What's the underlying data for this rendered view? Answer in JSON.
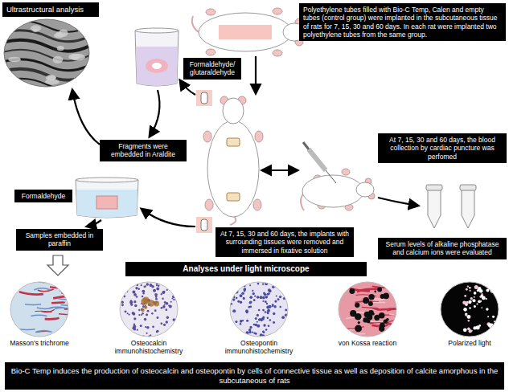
{
  "diagram": {
    "nodes": [
      {
        "text": [
          "Ultrastructural analysis"
        ]
      },
      {
        "text": [
          "Polyethylene tubes filled with Bio-C Temp, Calen and empty tubes (control group) were implanted in the subcutaneous tissue of rats for 7, 15, 30 and 60 days. In each rat were implanted two polyethylene tubes from the same group."
        ]
      },
      {
        "text": [
          "Formaldehyde/ glutaraldehyde"
        ]
      },
      {
        "text": [
          "Fragments were embedded in Araldite"
        ]
      },
      {
        "text": [
          "At 7, 15, 30 and 60 days, the blood collection by cardiac puncture was perfomed"
        ]
      },
      {
        "text": [
          "Formaldehyde"
        ]
      },
      {
        "text": [
          "Samples embedded in paraffin"
        ]
      },
      {
        "text": [
          "At 7, 15, 30 and 60 days, the implants with surrounding tissues were removed and immersed in fixative solution"
        ]
      },
      {
        "text": [
          "Serum levels of alkaline phosphatase and calcium ions were evaluated"
        ]
      },
      {
        "text": [
          "Analyses under light microscope"
        ]
      },
      {
        "text": [
          "Masson's trichrome"
        ]
      },
      {
        "text": [
          "Osteocalcin immunohistochemistry"
        ]
      },
      {
        "text": [
          "Osteopontin immunohistochemistry"
        ]
      },
      {
        "text": [
          "von Kossa reaction"
        ]
      },
      {
        "text": [
          "Polarized light"
        ]
      },
      {
        "text": [
          "Bio-C Temp induces the production of osteocalcin and osteopontin by cells of connective tissue as well as deposition of calcite amorphous in the subcutaneous of rats"
        ]
      }
    ]
  }
}
